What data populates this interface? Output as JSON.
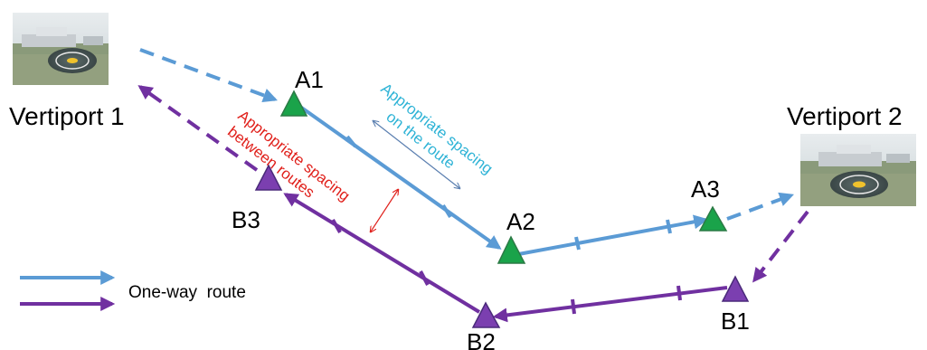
{
  "vertiports": [
    {
      "label": "Vertiport 1",
      "icon": "vertiport-aerial-image-icon"
    },
    {
      "label": "Vertiport 2",
      "icon": "vertiport-aerial-image-icon"
    }
  ],
  "waypoints": {
    "route_a": [
      "A1",
      "A2",
      "A3"
    ],
    "route_b": [
      "B1",
      "B2",
      "B3"
    ]
  },
  "annotations": {
    "spacing_on_route_line1": "Appropriate spacing",
    "spacing_on_route_line2": "on the route",
    "spacing_between_line1": "Appropriate spacing",
    "spacing_between_line2": "between routes"
  },
  "legend": {
    "label": "One-way  route"
  },
  "colors": {
    "route_a": "#5b9bd5",
    "route_b": "#7030a0",
    "waypoint_a": "#1aa34a",
    "waypoint_b": "#7b3fb0",
    "spacing_on_route_text": "#2eb3d6",
    "spacing_between_text": "#e0201b",
    "spacing_between_arrow": "#e0201b",
    "spacing_on_route_arrow": "#5b7fb0"
  }
}
